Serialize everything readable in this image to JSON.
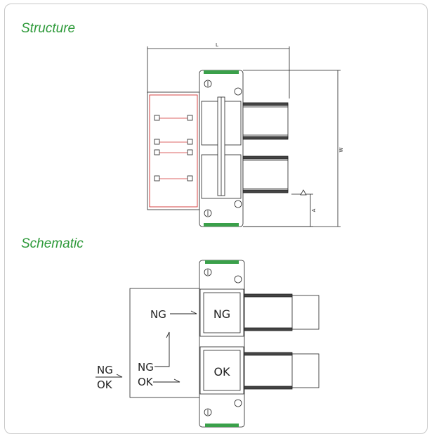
{
  "sections": {
    "structure_title": "Structure",
    "schematic_title": "Schematic"
  },
  "structure": {
    "dim_length": "L",
    "dim_width": "W",
    "dim_a": "A"
  },
  "schematic": {
    "input_top": "NG",
    "input_bottom": "OK",
    "ng_arrow_label": "NG",
    "ng_return_label": "NG",
    "ok_arrow_label": "OK",
    "box_ng": "NG",
    "box_ok": "OK"
  },
  "colors": {
    "title": "#2e9a3a",
    "tray_outline": "#d03030",
    "line": "#222222",
    "rail_green": "#3aa04a"
  }
}
